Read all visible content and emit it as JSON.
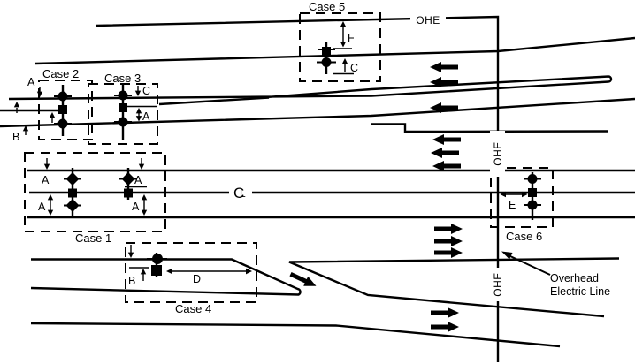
{
  "diagram": {
    "cases": {
      "c1": "Case 1",
      "c2": "Case 2",
      "c3": "Case 3",
      "c4": "Case 4",
      "c5": "Case 5",
      "c6": "Case 6"
    },
    "dims": {
      "a": "A",
      "b": "B",
      "c": "C",
      "d": "D",
      "e": "E",
      "f": "F"
    },
    "ohe": "OHE",
    "annotation": {
      "line1": "Overhead",
      "line2": "Electric Line"
    },
    "centerline": {
      "c": "C",
      "l": "L"
    }
  }
}
